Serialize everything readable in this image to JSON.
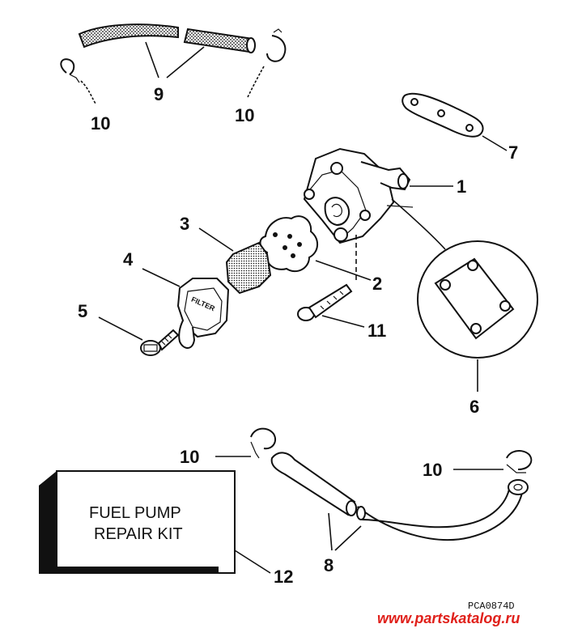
{
  "callouts": {
    "c1": "1",
    "c2": "2",
    "c3": "3",
    "c4": "4",
    "c5": "5",
    "c6": "6",
    "c7": "7",
    "c8": "8",
    "c9": "9",
    "c10a": "10",
    "c10b": "10",
    "c10c": "10",
    "c10d": "10",
    "c11": "11",
    "c12": "12"
  },
  "kit_label": {
    "line1": "FUEL PUMP",
    "line2": "REPAIR KIT"
  },
  "filter_label": "FILTER",
  "diagram_code": "PCA0874D",
  "watermark": {
    "text": "www.partskatalog.ru",
    "color": "#e0201a"
  }
}
